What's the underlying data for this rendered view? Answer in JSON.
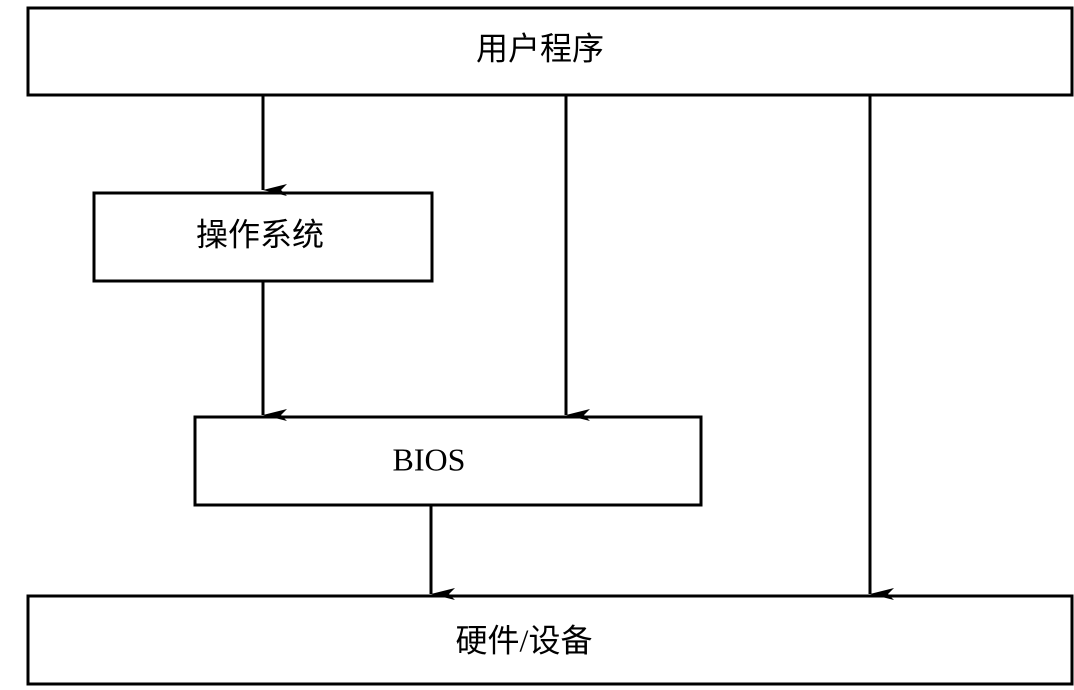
{
  "diagram": {
    "nodes": {
      "user_program": "用户程序",
      "operating_system": "操作系统",
      "bios": "BIOS",
      "hardware": "硬件/设备"
    },
    "edges": [
      {
        "from": "user_program",
        "to": "operating_system"
      },
      {
        "from": "user_program",
        "to": "bios"
      },
      {
        "from": "user_program",
        "to": "hardware"
      },
      {
        "from": "operating_system",
        "to": "bios"
      },
      {
        "from": "bios",
        "to": "hardware"
      }
    ],
    "colors": {
      "stroke": "#000000",
      "background": "#ffffff"
    }
  }
}
